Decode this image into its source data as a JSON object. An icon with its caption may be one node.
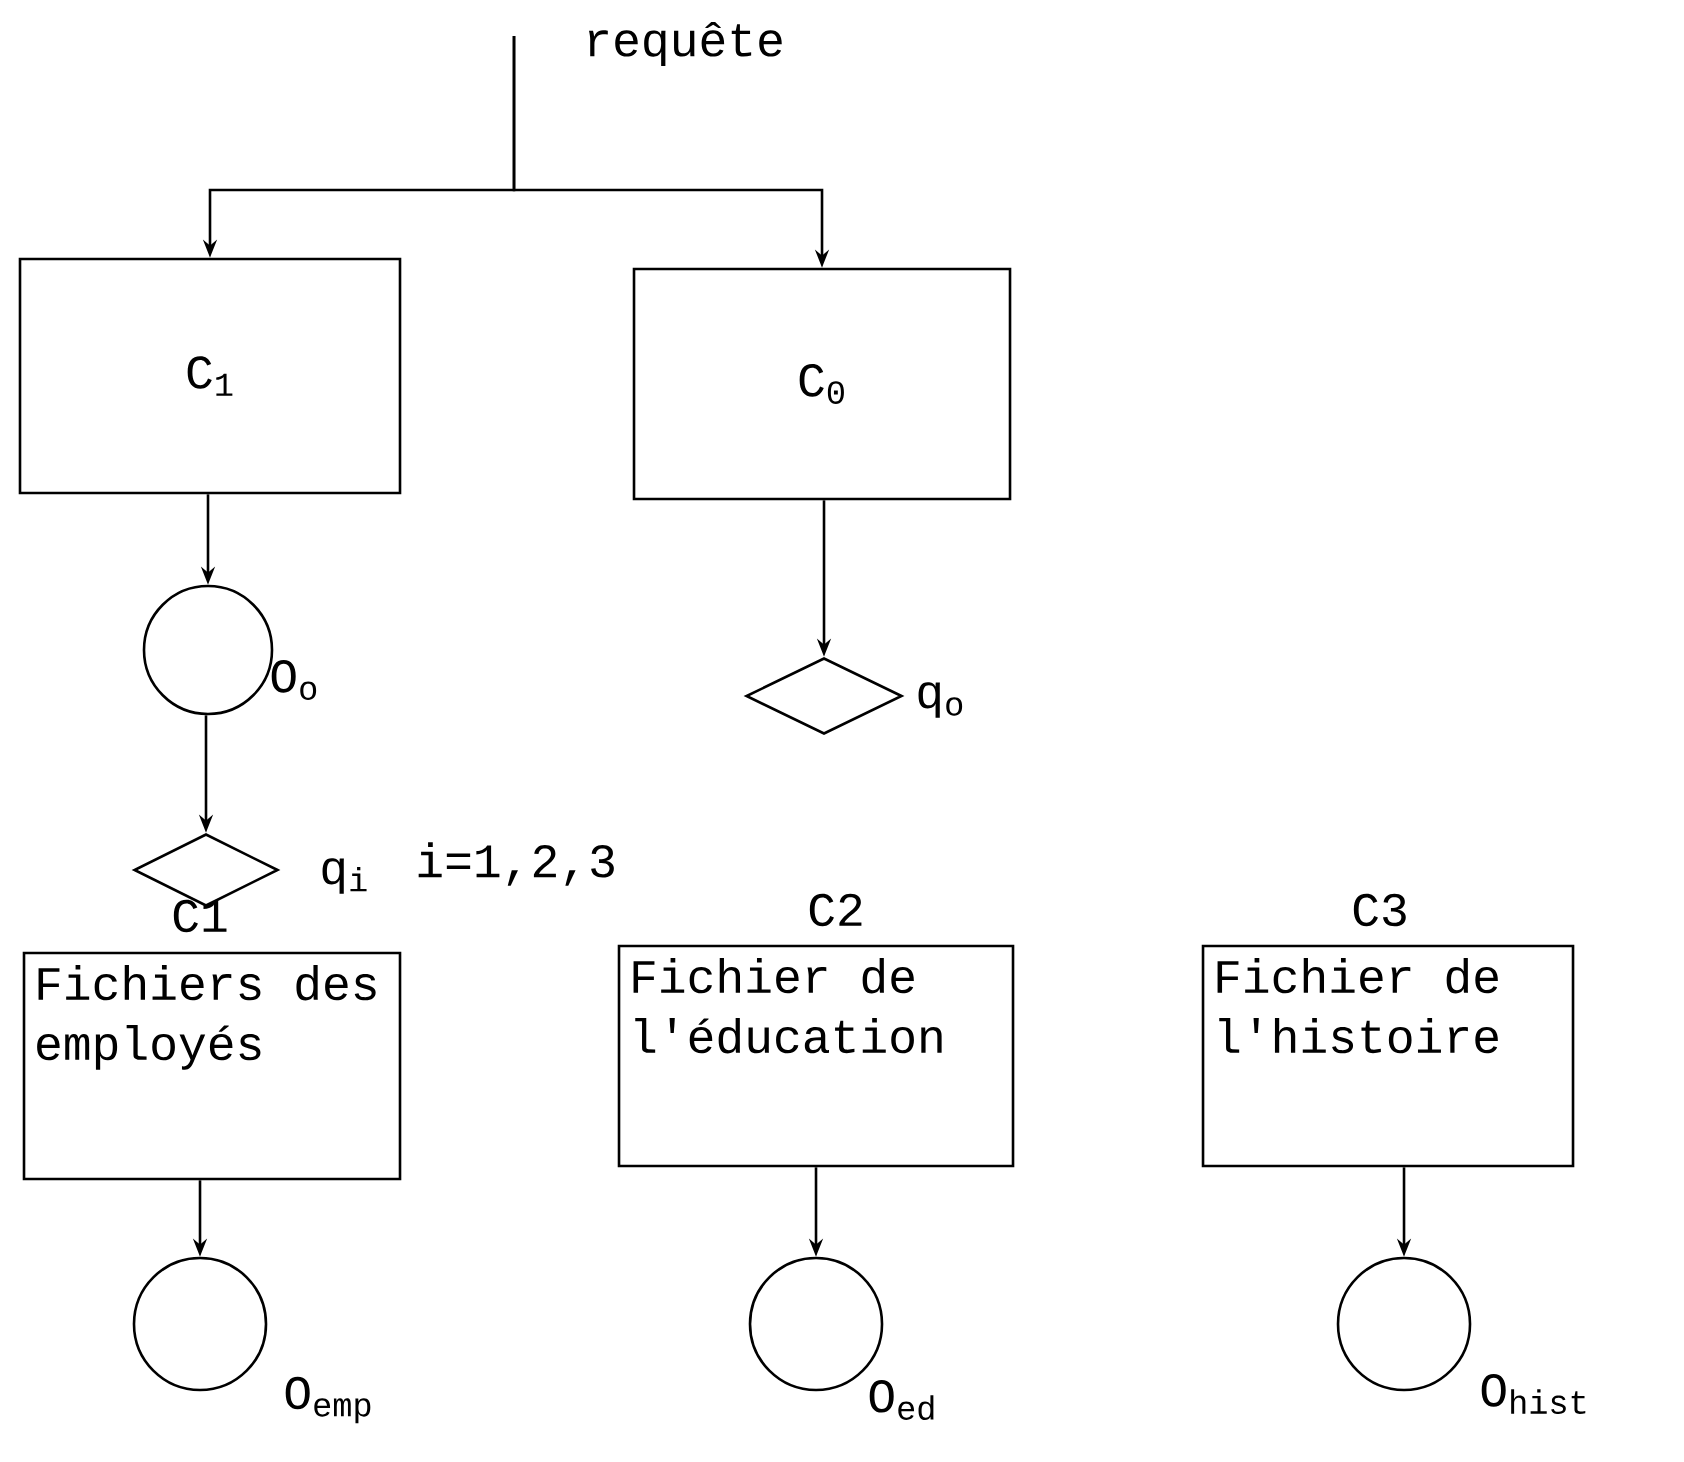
{
  "diagram": {
    "nodes": [
      {
        "text": [
          "C$_{1}$"
        ]
      },
      {
        "text": [
          "C$_{0}$"
        ]
      },
      {
        "text": [],
        "shape": "circle",
        "beside": [
          "O$_{o}$"
        ]
      },
      {
        "text": [],
        "shape": "diamond",
        "beside": [
          "q$_{o}$"
        ]
      },
      {
        "text": [],
        "shape": "diamond",
        "beside": [
          "q$_{i}$",
          "i=1,2,3"
        ]
      },
      {
        "text": [
          "C1",
          "Fichiers des employés"
        ]
      },
      {
        "text": [
          "C2",
          "Fichier de l'éducation"
        ]
      },
      {
        "text": [
          "C3",
          "Fichier de l'histoire"
        ]
      },
      {
        "text": [],
        "shape": "circle",
        "beside": [
          "O$_{emp}$"
        ]
      },
      {
        "text": [],
        "shape": "circle",
        "beside": [
          "O$_{ed}$"
        ]
      },
      {
        "text": [],
        "shape": "circle",
        "beside": [
          "O$_{hist}$"
        ]
      }
    ],
    "edges": [
      {
        "from": null,
        "to": 0,
        "arrow": "to",
        "label": "requête"
      },
      {
        "from": null,
        "to": 1,
        "arrow": "to"
      },
      {
        "from": 0,
        "to": 2,
        "arrow": "to"
      },
      {
        "from": 1,
        "to": 3,
        "arrow": "to"
      },
      {
        "from": 2,
        "to": 4,
        "arrow": "to"
      },
      {
        "from": 5,
        "to": 8,
        "arrow": "to"
      },
      {
        "from": 6,
        "to": 9,
        "arrow": "to"
      },
      {
        "from": 7,
        "to": 10,
        "arrow": "to"
      }
    ]
  }
}
